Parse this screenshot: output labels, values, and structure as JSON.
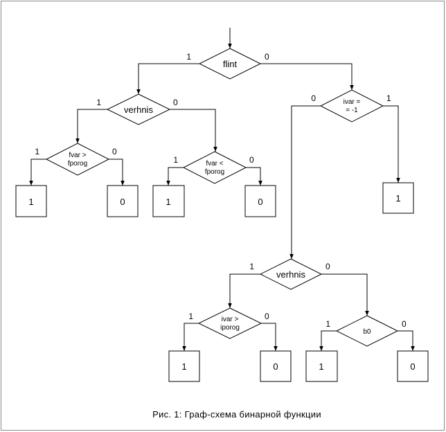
{
  "nodes": {
    "flint": {
      "lines": [
        "flint"
      ],
      "yes": "1",
      "no": "0"
    },
    "verhnis_left": {
      "lines": [
        "verhnis"
      ],
      "yes": "1",
      "no": "0"
    },
    "fvar_gt": {
      "lines": [
        "fvar >",
        "fporog"
      ],
      "yes": "1",
      "no": "0"
    },
    "fvar_lt": {
      "lines": [
        "fvar <",
        "fporog"
      ],
      "yes": "1",
      "no": "0"
    },
    "ivar_eq": {
      "lines": [
        "ivar =",
        "= -1"
      ],
      "yes": "1",
      "no": "0"
    },
    "verhnis_bottom": {
      "lines": [
        "verhnis"
      ],
      "yes": "1",
      "no": "0"
    },
    "ivar_gt": {
      "lines": [
        "ivar >",
        "iporog"
      ],
      "yes": "1",
      "no": "0"
    },
    "b0": {
      "lines": [
        "b0"
      ],
      "yes": "1",
      "no": "0"
    }
  },
  "leaves": {
    "fvar_gt_yes": "1",
    "fvar_gt_no": "0",
    "fvar_lt_yes": "1",
    "fvar_lt_no": "0",
    "ivar_eq_yes": "1",
    "ivar_gt_yes": "1",
    "ivar_gt_no": "0",
    "b0_yes": "1",
    "b0_no": "0"
  },
  "caption": "Рис. 1:  Граф-схема бинарной функции"
}
